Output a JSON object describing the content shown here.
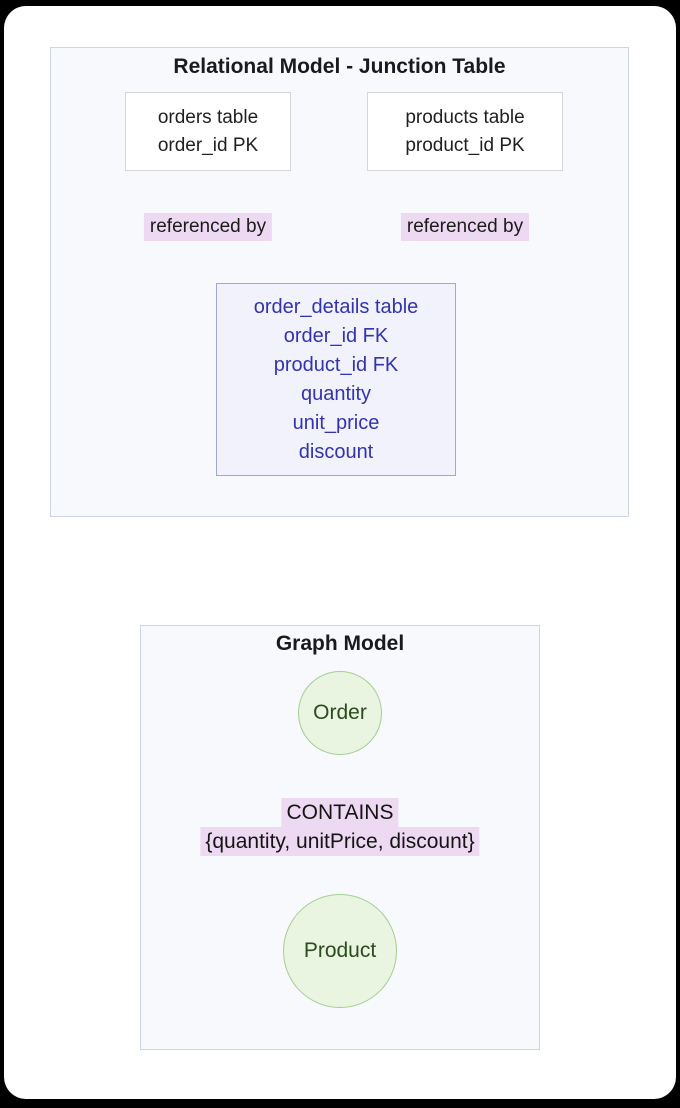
{
  "relational": {
    "title": "Relational Model - Junction Table",
    "orders_node": {
      "title": "orders table",
      "key": "order_id PK"
    },
    "products_node": {
      "title": "products table",
      "key": "product_id PK"
    },
    "left_edge_label": "referenced by",
    "right_edge_label": "referenced by",
    "junction_node": {
      "lines": [
        "order_details table",
        "order_id FK",
        "product_id FK",
        "quantity",
        "unit_price",
        "discount"
      ]
    }
  },
  "graph": {
    "title": "Graph Model",
    "order_node_label": "Order",
    "edge": {
      "type": "CONTAINS",
      "properties": "{quantity, unitPrice, discount}"
    },
    "product_node_label": "Product"
  },
  "colors": {
    "edge_label_bg": "#eed9f2",
    "junction_text": "#3333b2",
    "junction_border": "#a0a5dc",
    "junction_bg": "#f1f2fb",
    "green_node_bg": "#e9f4e1",
    "green_node_border": "#a4cf8f",
    "green_node_text": "#2a4c1c",
    "section_bg": "#f7f9fd",
    "section_border": "#ccd3ea",
    "arrow_color": "#16181a"
  }
}
